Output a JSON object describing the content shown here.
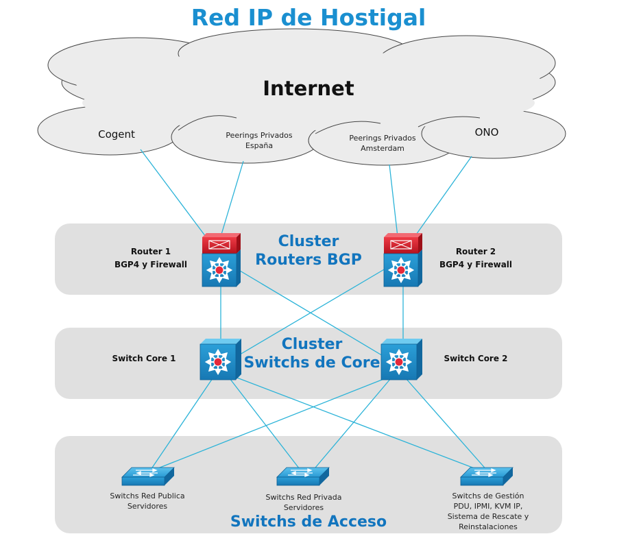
{
  "title": "Red IP de Hostigal",
  "internet": {
    "label": "Internet",
    "providers": {
      "cogent": "Cogent",
      "peering_es": "Peerings Privados\nEspaña",
      "peering_ams": "Peerings Privados\nAmsterdam",
      "ono": "ONO"
    }
  },
  "clusters": {
    "routers": "Cluster\nRouters BGP",
    "core": "Cluster\nSwitchs de Core",
    "access": "Switchs de Acceso"
  },
  "devices": {
    "router1": "Router 1\nBGP4 y Firewall",
    "router2": "Router 2\nBGP4 y Firewall",
    "core1": "Switch Core 1",
    "core2": "Switch Core 2",
    "access_public": "Switchs Red Publica\nServidores",
    "access_private": "Switchs Red Privada\nServidores",
    "access_mgmt": "Switchs de Gestión\nPDU, IPMI, KVM IP,\nSistema de Rescate y\nReinstalaciones"
  },
  "colors": {
    "title": "#1a8fd0",
    "cluster_text": "#1275be",
    "band": "#e0e0e0",
    "link": "#2bb3d8",
    "device_blue": "#1e8fc8",
    "firewall_red": "#d0202e"
  }
}
